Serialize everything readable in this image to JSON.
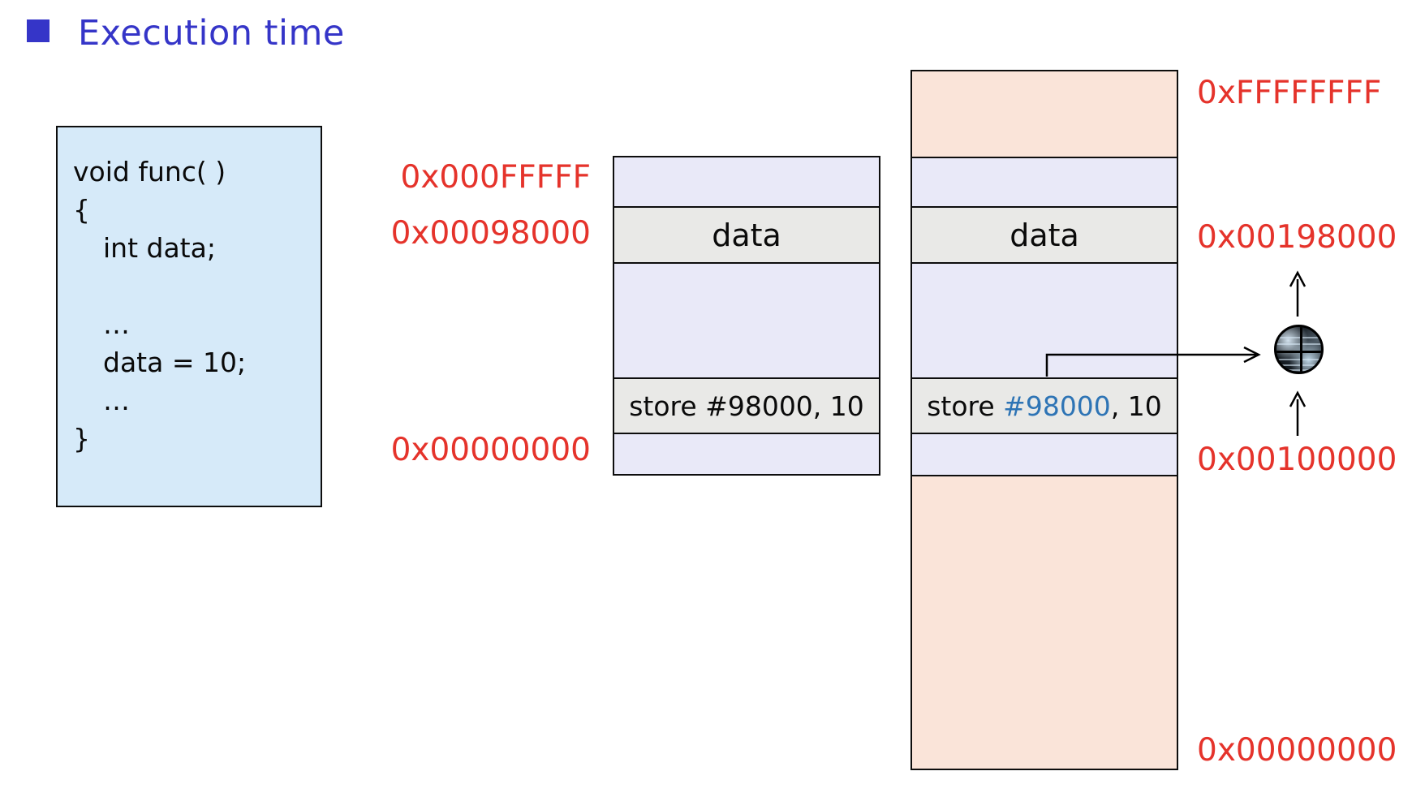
{
  "title": {
    "text": "Execution time",
    "bullet_icon": "blue-square"
  },
  "code_box": {
    "lines": [
      {
        "text": "void func( )"
      },
      {
        "text": "{"
      },
      {
        "text": "int data;"
      },
      {
        "text": ""
      },
      {
        "text": "…"
      },
      {
        "text": "data = 10;"
      },
      {
        "text": "…"
      },
      {
        "text": "}"
      }
    ]
  },
  "virtual_memory_column": {
    "data_label": "data",
    "store_instruction": "store #98000, 10",
    "address_labels": [
      {
        "text": "0x000FFFFF"
      },
      {
        "text": "0x00098000"
      },
      {
        "text": "0x00000000"
      }
    ]
  },
  "physical_memory_column": {
    "data_label": "data",
    "store_prefix": "store ",
    "store_address": "#98000",
    "store_suffix": ", 10",
    "address_labels": [
      {
        "text": "0xFFFFFFFF"
      },
      {
        "text": "0x00198000"
      },
      {
        "text": "0x00100000"
      },
      {
        "text": "0x00000000"
      }
    ]
  },
  "icons": {
    "mmu_sphere": "address-translation-sphere"
  },
  "colors": {
    "title_blue": "#3535C8",
    "address_red": "#E5332B",
    "store_address_blue": "#2E74B5",
    "code_box_fill": "#D6EAF9",
    "segment_lavender": "#E9E9F8",
    "segment_gray": "#E9E9E7",
    "segment_pink": "#FAE4D9"
  }
}
